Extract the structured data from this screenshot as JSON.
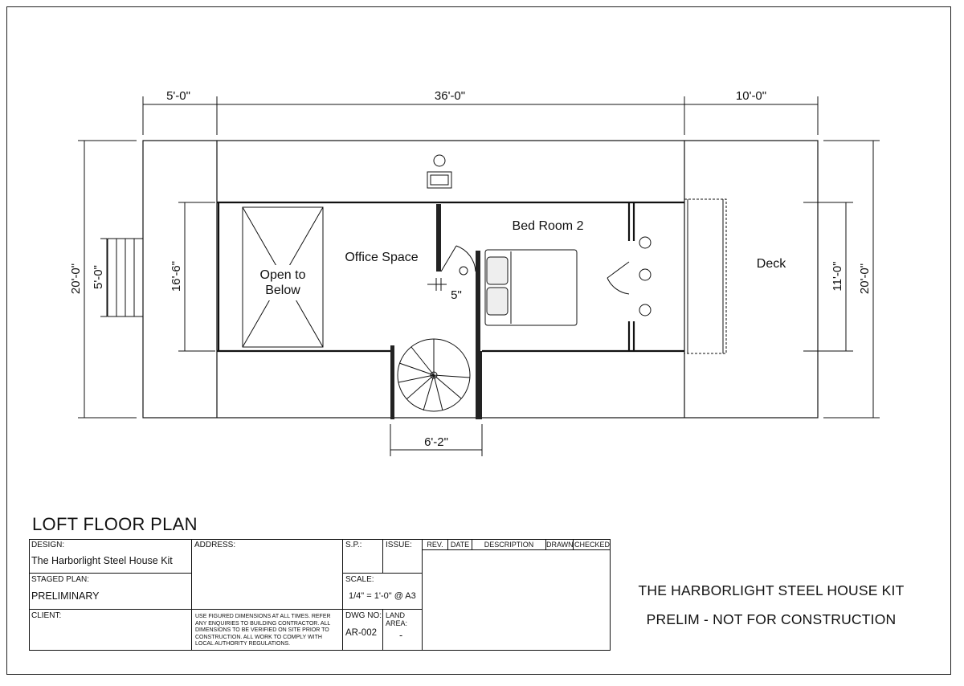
{
  "dimensions": {
    "top_left": "5'-0\"",
    "top_mid": "36'-0\"",
    "top_right": "10'-0\"",
    "left_outer": "20'-0\"",
    "left_stair": "5'-0\"",
    "left_inner": "16'-6\"",
    "right_inner": "11'-0\"",
    "right_outer": "20'-0\"",
    "bottom_stair": "6'-2\"",
    "door_gap": "5\""
  },
  "rooms": {
    "open_line1": "Open to",
    "open_line2": "Below",
    "office": "Office Space",
    "bedroom": "Bed Room 2",
    "deck": "Deck"
  },
  "plan_title": "LOFT FLOOR PLAN",
  "title_block": {
    "design_label": "DESIGN:",
    "design_value": "The Harborlight Steel House Kit",
    "staged_label": "STAGED PLAN:",
    "staged_value": "PRELIMINARY",
    "client_label": "CLIENT:",
    "address_label": "ADDRESS:",
    "note": "USE FIGURED DIMENSIONS AT ALL TIMES. REFER ANY ENQUIRIES TO BUILDING CONTRACTOR. ALL DIMENSIONS TO BE VERIFIED ON SITE PRIOR TO CONSTRUCTION. ALL WORK TO COMPLY WITH LOCAL AUTHORITY REGULATIONS.",
    "sp_label": "S.P.:",
    "issue_label": "ISSUE:",
    "scale_label": "SCALE:",
    "scale_value": "1/4\" = 1'-0\" @ A3",
    "dwg_label": "DWG NO:",
    "dwg_value": "AR-002",
    "land_label": "LAND AREA:",
    "land_value": "-",
    "rev_headers": [
      "REV.",
      "DATE",
      "DESCRIPTION",
      "DRAWN",
      "CHECKED"
    ]
  },
  "stamp": {
    "line1": "THE HARBORLIGHT STEEL HOUSE KIT",
    "line2": "PRELIM - NOT FOR CONSTRUCTION"
  }
}
